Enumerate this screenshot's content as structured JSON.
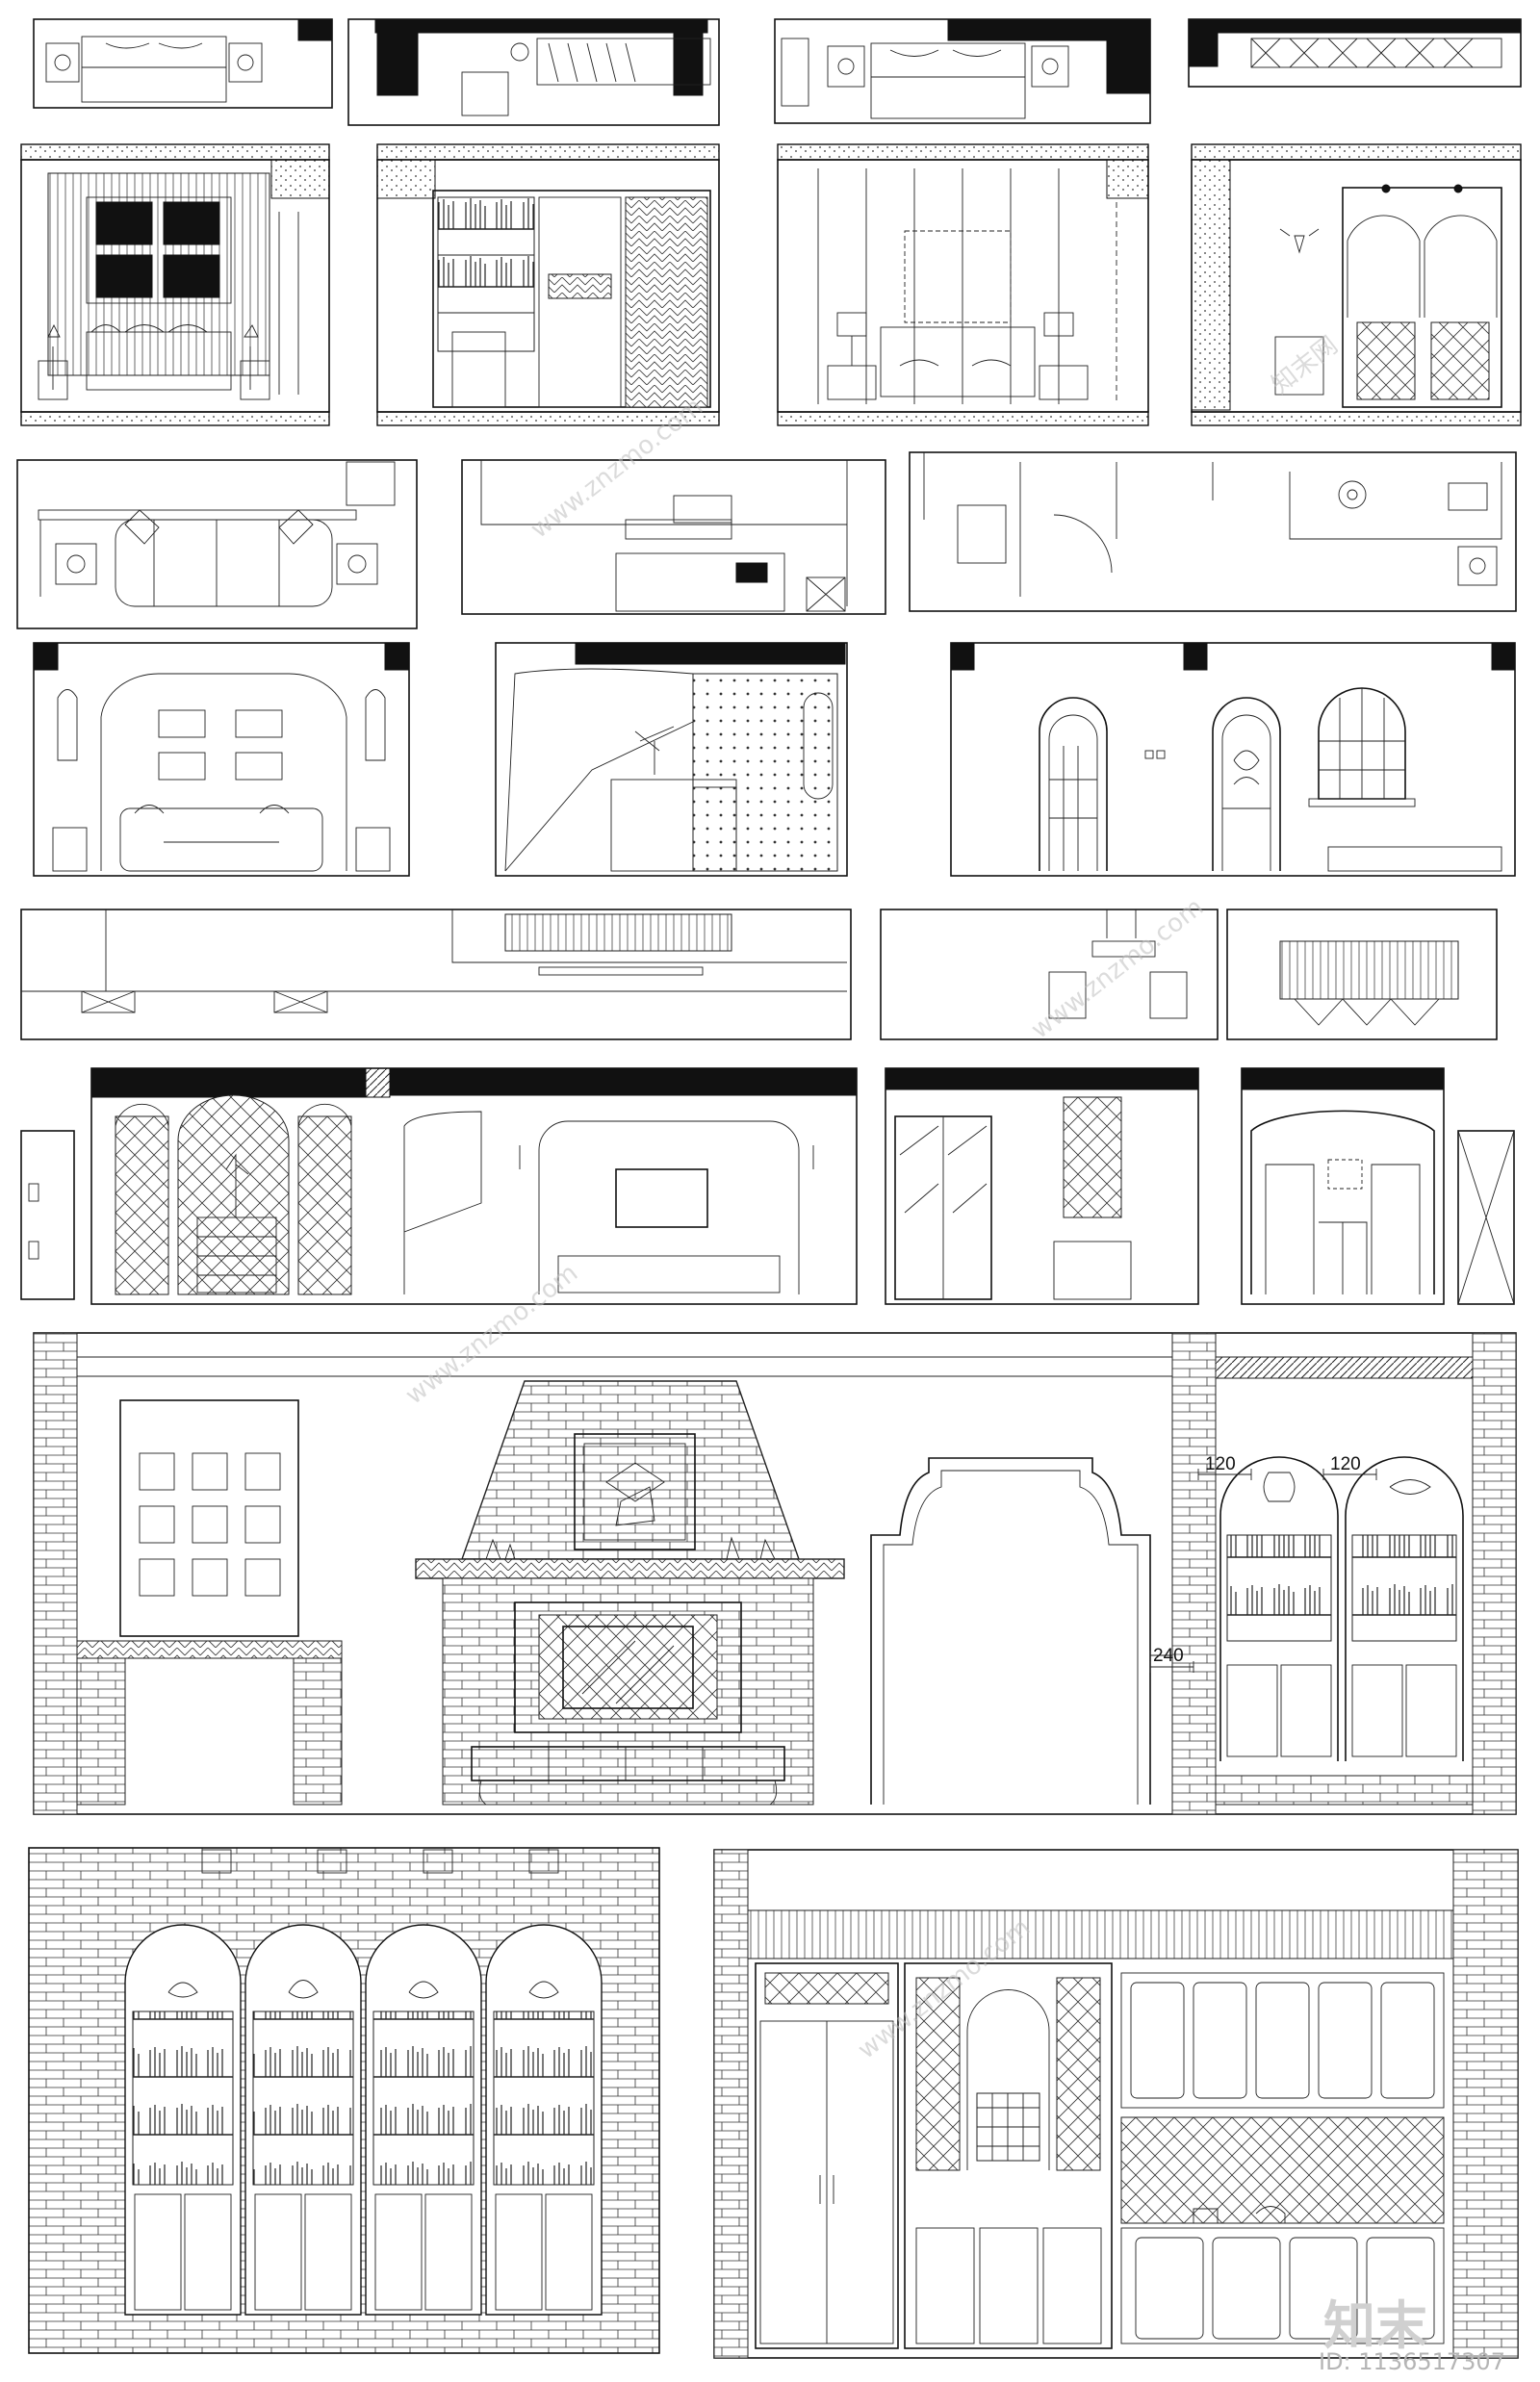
{
  "dimensions": {
    "niche_left": "120",
    "niche_right": "120",
    "arch_depth": "240"
  },
  "watermark": {
    "site": "www.znzmo.com",
    "brand_cn": "知末",
    "brand_cn_full": "知末网",
    "id_text": "ID: 1136517307"
  },
  "colors": {
    "line": "#111111",
    "fill": "#111111",
    "paper": "#ffffff",
    "watermark": "#bfbfbf"
  }
}
